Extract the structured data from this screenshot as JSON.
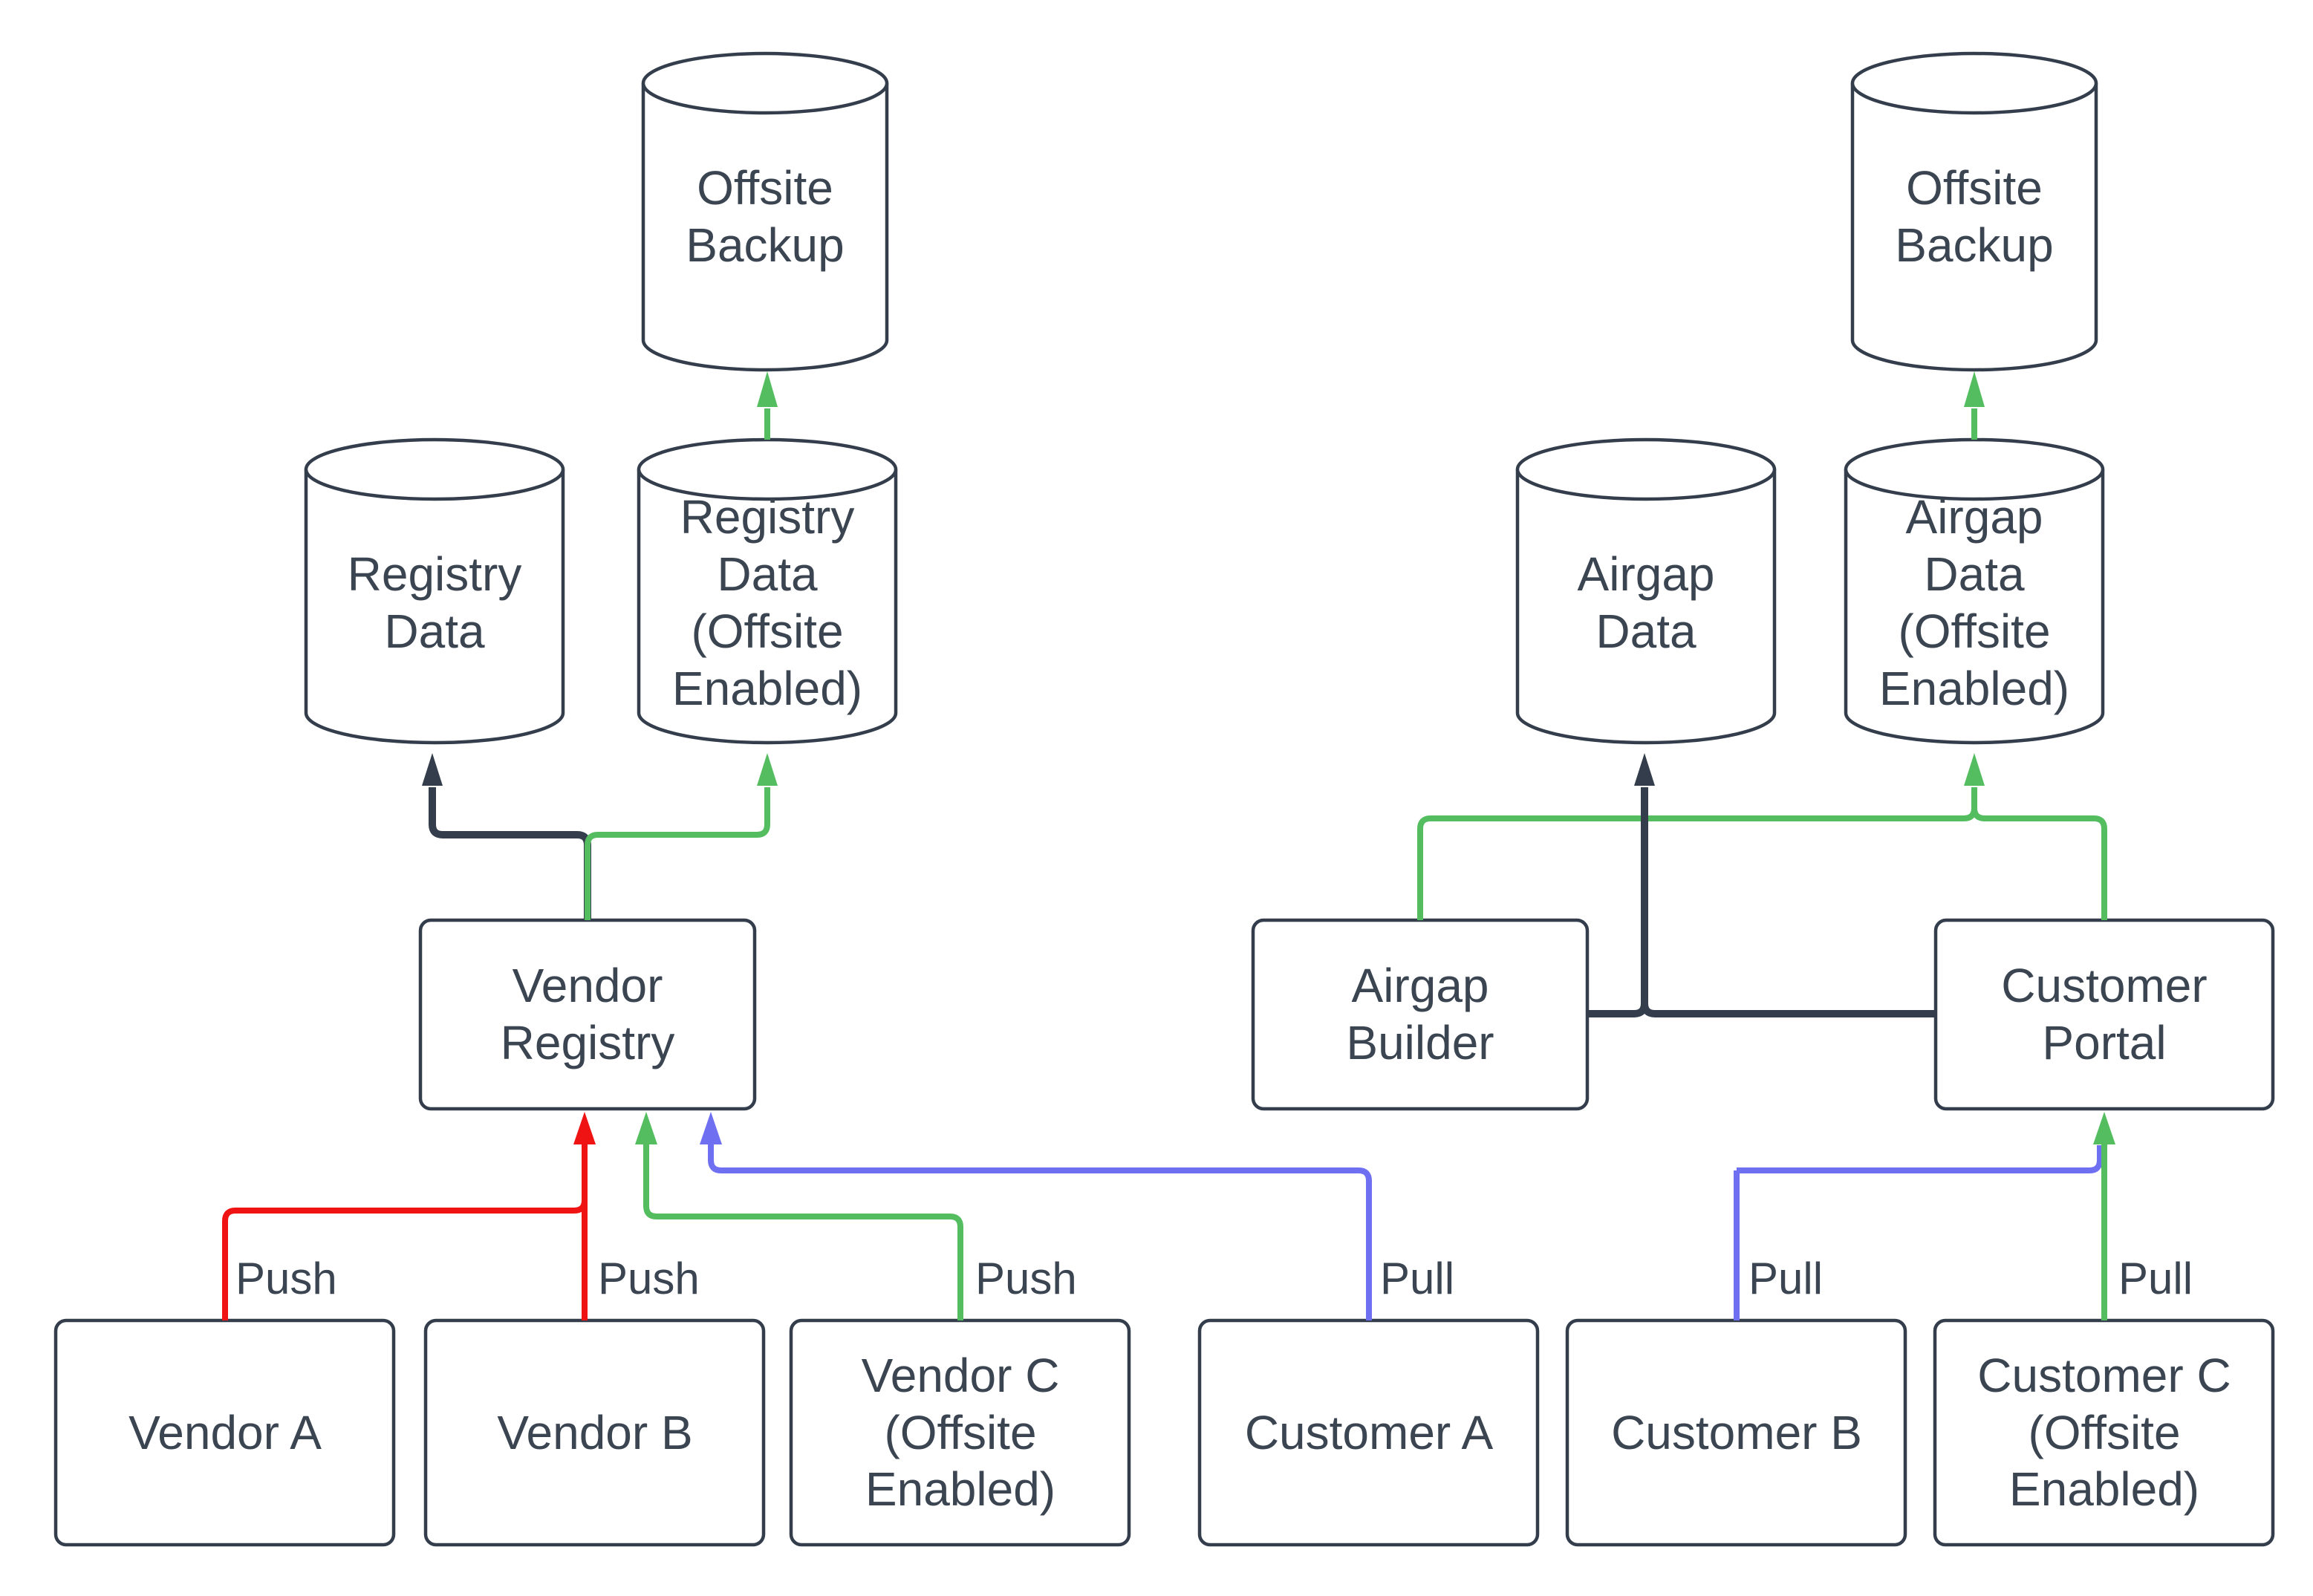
{
  "colors": {
    "canvas": "#ffffff",
    "stroke": "#333d4b",
    "text": "#3a4551",
    "red": "#ef1313",
    "green": "#53bd5f",
    "blue": "#6f6ff2"
  },
  "nodes": {
    "offsite_backup_left": {
      "label": "Offsite Backup",
      "type": "cylinder"
    },
    "registry_data": {
      "label": "Registry Data",
      "type": "cylinder"
    },
    "registry_data_offsite": {
      "label": "Registry Data (Offsite Enabled)",
      "type": "cylinder"
    },
    "vendor_registry": {
      "label": "Vendor Registry",
      "type": "box"
    },
    "vendor_a": {
      "label": "Vendor A",
      "type": "box"
    },
    "vendor_b": {
      "label": "Vendor B",
      "type": "box"
    },
    "vendor_c": {
      "label": "Vendor C (Offsite Enabled)",
      "type": "box"
    },
    "offsite_backup_right": {
      "label": "Offsite Backup",
      "type": "cylinder"
    },
    "airgap_data": {
      "label": "Airgap Data",
      "type": "cylinder"
    },
    "airgap_data_offsite": {
      "label": "Airgap Data (Offsite Enabled)",
      "type": "cylinder"
    },
    "airgap_builder": {
      "label": "Airgap Builder",
      "type": "box"
    },
    "customer_portal": {
      "label": "Customer Portal",
      "type": "box"
    },
    "customer_a": {
      "label": "Customer A",
      "type": "box"
    },
    "customer_b": {
      "label": "Customer B",
      "type": "box"
    },
    "customer_c": {
      "label": "Customer C (Offsite Enabled)",
      "type": "box"
    }
  },
  "edges": [
    {
      "from": "Vendor A",
      "to": "Vendor Registry",
      "label": "Push",
      "color": "red"
    },
    {
      "from": "Vendor B",
      "to": "Vendor Registry",
      "label": "Push",
      "color": "red"
    },
    {
      "from": "Vendor C (Offsite Enabled)",
      "to": "Vendor Registry",
      "label": "Push",
      "color": "green"
    },
    {
      "from": "Customer A",
      "to": "Vendor Registry",
      "label": "Pull",
      "color": "blue"
    },
    {
      "from": "Customer B",
      "to": "Vendor Registry",
      "label": "Pull",
      "color": "blue"
    },
    {
      "from": "Customer C (Offsite Enabled)",
      "to": "Customer Portal",
      "label": "Pull",
      "color": "green"
    },
    {
      "from": "Vendor Registry",
      "to": "Registry Data",
      "label": "",
      "color": "dark"
    },
    {
      "from": "Vendor Registry",
      "to": "Registry Data (Offsite Enabled)",
      "label": "",
      "color": "green"
    },
    {
      "from": "Registry Data (Offsite Enabled)",
      "to": "Offsite Backup",
      "label": "",
      "color": "green"
    },
    {
      "from": "Airgap Builder",
      "to": "Airgap Data",
      "label": "",
      "color": "dark"
    },
    {
      "from": "Customer Portal",
      "to": "Airgap Data",
      "label": "",
      "color": "dark"
    },
    {
      "from": "Airgap Builder",
      "to": "Airgap Data (Offsite Enabled)",
      "label": "",
      "color": "green"
    },
    {
      "from": "Customer Portal",
      "to": "Airgap Data (Offsite Enabled)",
      "label": "",
      "color": "green"
    },
    {
      "from": "Airgap Data (Offsite Enabled)",
      "to": "Offsite Backup",
      "label": "",
      "color": "green"
    }
  ]
}
